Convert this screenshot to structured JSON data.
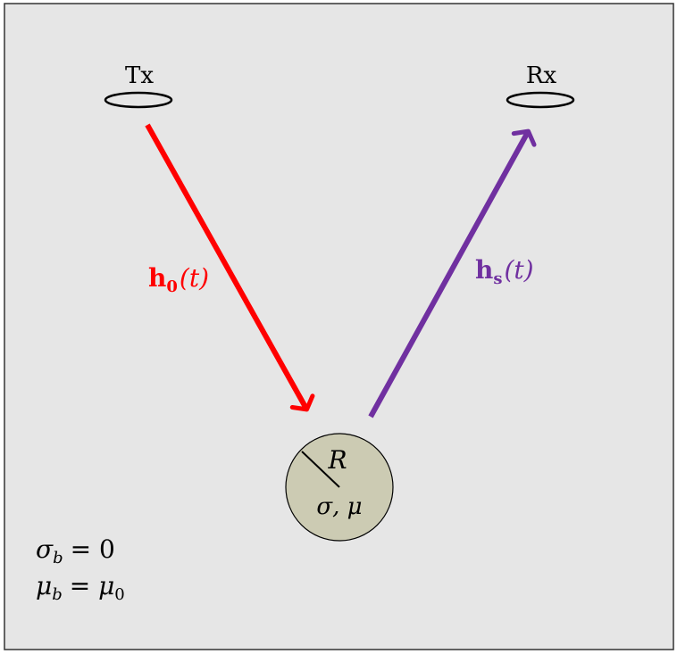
{
  "transmitter": {
    "label": "Tx"
  },
  "receiver": {
    "label": "Rx"
  },
  "incident_field": {
    "symbol": "h",
    "subscript": "0",
    "argument": "(t)",
    "color": "#ff0000"
  },
  "scattered_field": {
    "symbol": "h",
    "subscript": "s",
    "argument": "(t)",
    "color": "#7030a0"
  },
  "sphere": {
    "radius_label": "R",
    "properties_label": "σ, μ",
    "fill_color": "#cccbb3"
  },
  "background_medium": {
    "sigma_symbol": "σ",
    "sigma_subscript": "b",
    "sigma_value": "= 0",
    "mu_symbol": "μ",
    "mu_subscript": "b",
    "mu_equals": "= μ",
    "mu_value_subscript": "0",
    "fill_color": "#e6e6e6"
  }
}
